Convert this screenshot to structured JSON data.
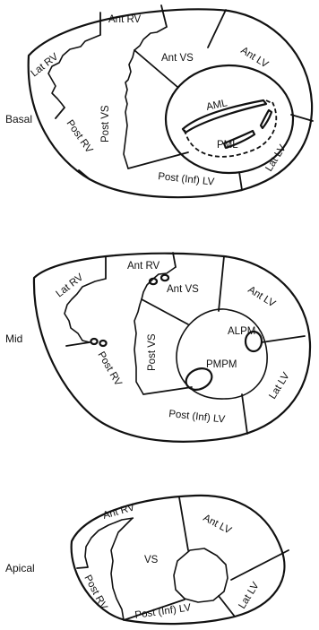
{
  "sections": {
    "basal": {
      "level": "Basal",
      "labels": {
        "lat_rv": "Lat RV",
        "ant_rv": "Ant RV",
        "ant_vs": "Ant VS",
        "ant_lv": "Ant LV",
        "post_vs": "Post VS",
        "post_rv": "Post RV",
        "aml": "AML",
        "pml": "PML",
        "post_inf_lv": "Post (Inf) LV",
        "lat_lv": "Lat LV"
      }
    },
    "mid": {
      "level": "Mid",
      "labels": {
        "ant_rv": "Ant RV",
        "lat_rv": "Lat RV",
        "ant_vs": "Ant VS",
        "ant_lv": "Ant LV",
        "alpm": "ALPM",
        "pmpm": "PMPM",
        "post_vs": "Post VS",
        "post_rv": "Post RV",
        "lat_lv": "Lat LV",
        "post_inf_lv": "Post (Inf) LV"
      }
    },
    "apical": {
      "level": "Apical",
      "labels": {
        "ant_rv": "Ant RV",
        "ant_lv": "Ant LV",
        "vs": "VS",
        "post_rv": "Post RV",
        "lat_lv": "Lat LV",
        "post_inf_lv": "Post (Inf) LV"
      }
    }
  }
}
